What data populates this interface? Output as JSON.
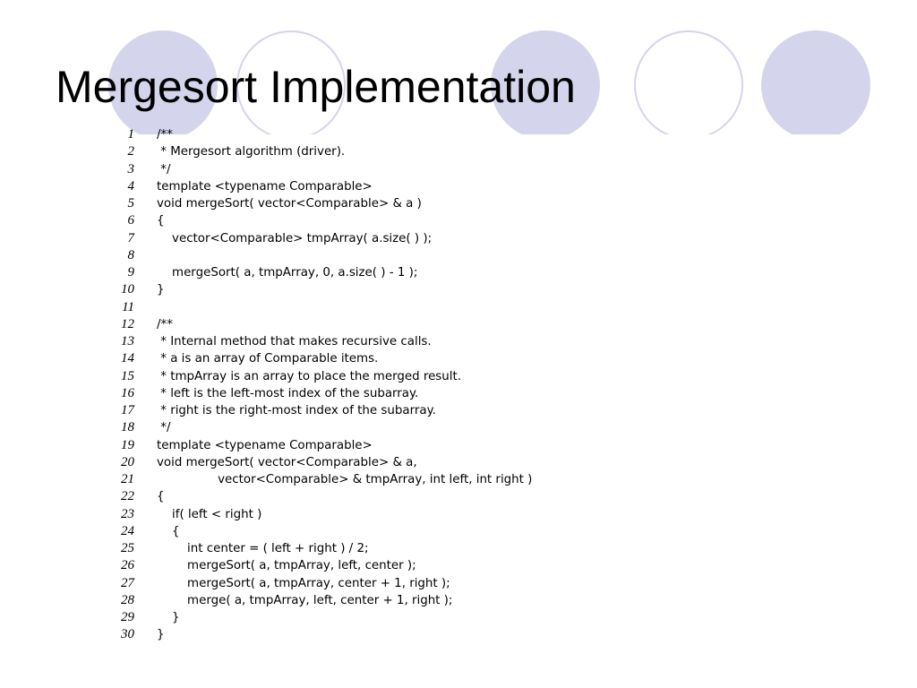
{
  "slide": {
    "title": "Mergesort Implementation"
  },
  "code": {
    "lines": [
      {
        "num": "1",
        "text": "/**"
      },
      {
        "num": "2",
        "text": " * Mergesort algorithm (driver)."
      },
      {
        "num": "3",
        "text": " */"
      },
      {
        "num": "4",
        "text": "template <typename Comparable>"
      },
      {
        "num": "5",
        "text": "void mergeSort( vector<Comparable> & a )"
      },
      {
        "num": "6",
        "text": "{"
      },
      {
        "num": "7",
        "text": "    vector<Comparable> tmpArray( a.size( ) );"
      },
      {
        "num": "8",
        "text": ""
      },
      {
        "num": "9",
        "text": "    mergeSort( a, tmpArray, 0, a.size( ) - 1 );"
      },
      {
        "num": "10",
        "text": "}"
      },
      {
        "num": "11",
        "text": ""
      },
      {
        "num": "12",
        "text": "/**"
      },
      {
        "num": "13",
        "text": " * Internal method that makes recursive calls."
      },
      {
        "num": "14",
        "text": " * a is an array of Comparable items."
      },
      {
        "num": "15",
        "text": " * tmpArray is an array to place the merged result."
      },
      {
        "num": "16",
        "text": " * left is the left-most index of the subarray."
      },
      {
        "num": "17",
        "text": " * right is the right-most index of the subarray."
      },
      {
        "num": "18",
        "text": " */"
      },
      {
        "num": "19",
        "text": "template <typename Comparable>"
      },
      {
        "num": "20",
        "text": "void mergeSort( vector<Comparable> & a,"
      },
      {
        "num": "21",
        "text": "                vector<Comparable> & tmpArray, int left, int right )"
      },
      {
        "num": "22",
        "text": "{"
      },
      {
        "num": "23",
        "text": "    if( left < right )"
      },
      {
        "num": "24",
        "text": "    {"
      },
      {
        "num": "25",
        "text": "        int center = ( left + right ) / 2;"
      },
      {
        "num": "26",
        "text": "        mergeSort( a, tmpArray, left, center );"
      },
      {
        "num": "27",
        "text": "        mergeSort( a, tmpArray, center + 1, right );"
      },
      {
        "num": "28",
        "text": "        merge( a, tmpArray, left, center + 1, right );"
      },
      {
        "num": "29",
        "text": "    }"
      },
      {
        "num": "30",
        "text": "}"
      }
    ]
  },
  "colors": {
    "circle_fill": "#d4d4ec",
    "background": "#ffffff",
    "text": "#000000"
  }
}
